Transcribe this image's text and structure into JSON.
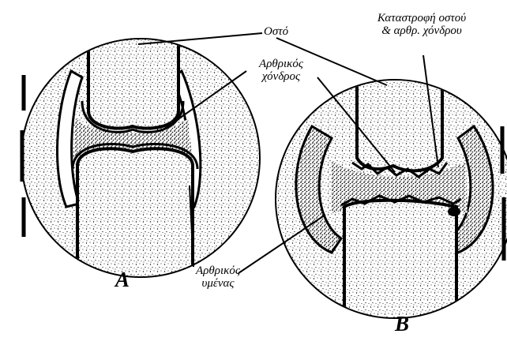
{
  "labels": {
    "bone": "Οστό",
    "cartilage_line1": "Αρθρικός",
    "cartilage_line2": "χόνδρος",
    "destruction_line1": "Καταστροφή οστού",
    "destruction_line2": "& αρθρ. χόνδρου",
    "synovium_line1": "Αρθρικός",
    "synovium_line2": "υμένας",
    "panel_a": "A",
    "panel_b": "B"
  }
}
